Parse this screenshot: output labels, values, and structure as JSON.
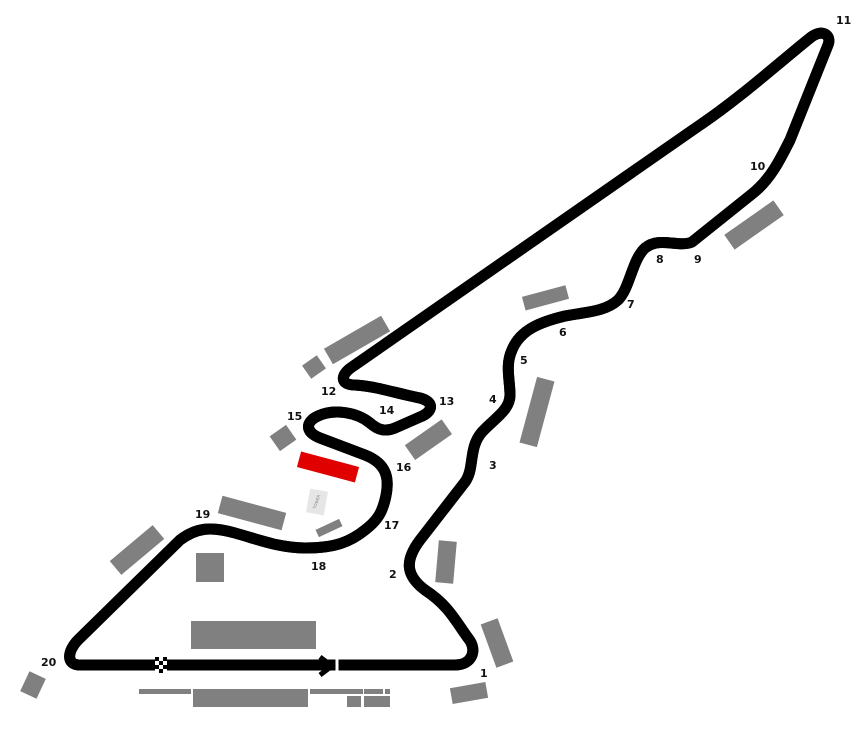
{
  "title": "Circuit map",
  "turns": [
    "1",
    "2",
    "3",
    "4",
    "5",
    "6",
    "7",
    "8",
    "9",
    "10",
    "11",
    "12",
    "13",
    "14",
    "15",
    "16",
    "17",
    "18",
    "19",
    "20"
  ],
  "tower_label": "TOWER",
  "colors": {
    "track": "#000000",
    "track_center": "#ffffff",
    "stands": "#808080",
    "highlight": "#e00000",
    "tower": "#e6e6e6"
  }
}
